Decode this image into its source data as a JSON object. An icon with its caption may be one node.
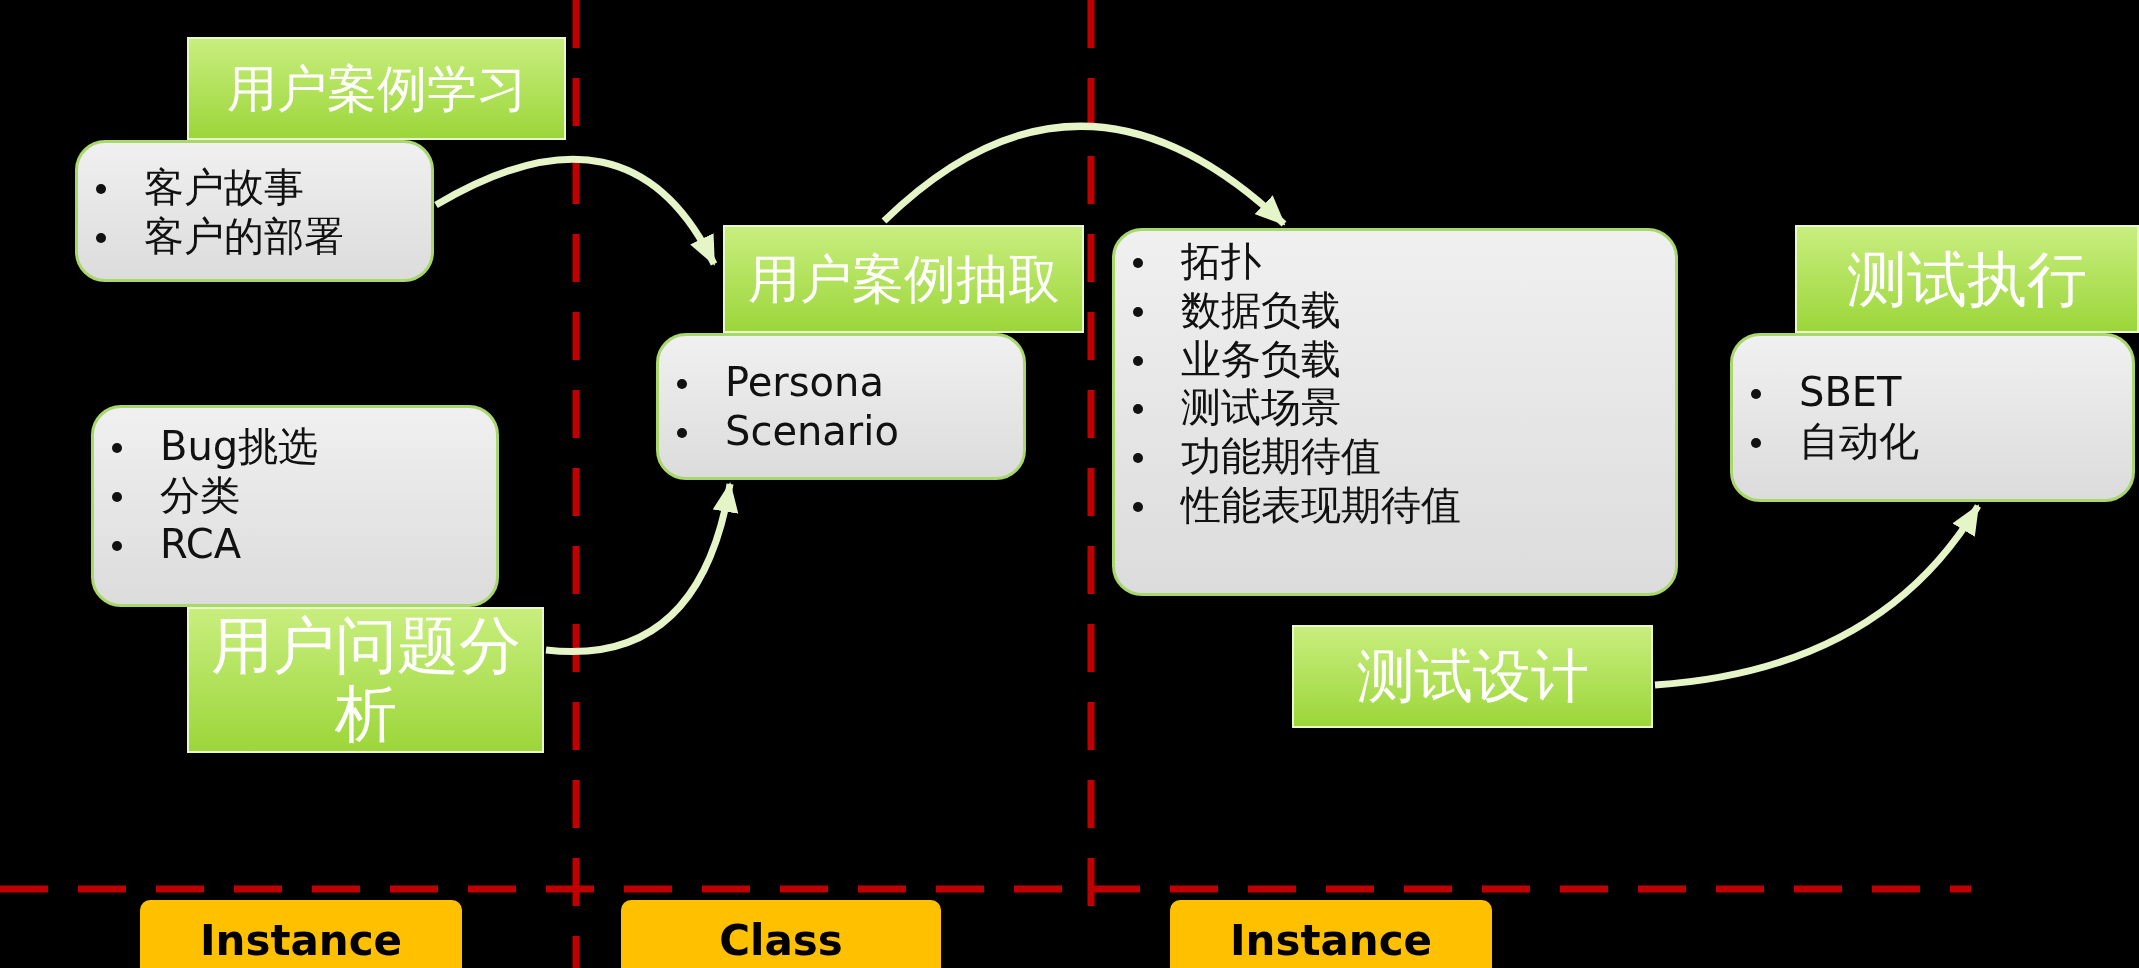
{
  "diagram": {
    "nodes": [
      {
        "text": [
          "用户案例学习"
        ]
      },
      {
        "text": [
          "客户故事",
          "客户的部署"
        ]
      },
      {
        "text": [
          "Bug挑选",
          "分类",
          "RCA"
        ]
      },
      {
        "text": [
          "用户问题分析"
        ]
      },
      {
        "text": [
          "用户案例抽取"
        ]
      },
      {
        "text": [
          "Persona",
          "Scenario"
        ]
      },
      {
        "text": [
          "拓扑",
          "数据负载",
          "业务负载",
          "测试场景",
          "功能期待值",
          "性能表现期待值"
        ]
      },
      {
        "text": [
          "测试执行"
        ]
      },
      {
        "text": [
          "SBET",
          "自动化"
        ]
      },
      {
        "text": [
          "测试设计"
        ]
      },
      {
        "text": [
          "Instance"
        ]
      },
      {
        "text": [
          "Class"
        ]
      },
      {
        "text": [
          "Instance"
        ]
      }
    ],
    "edges": [
      {
        "from": 1,
        "to": 4,
        "arrow": "to"
      },
      {
        "from": 3,
        "to": 5,
        "arrow": "to"
      },
      {
        "from": 4,
        "to": 6,
        "arrow": "to"
      },
      {
        "from": 9,
        "to": 8,
        "arrow": "to"
      }
    ]
  }
}
